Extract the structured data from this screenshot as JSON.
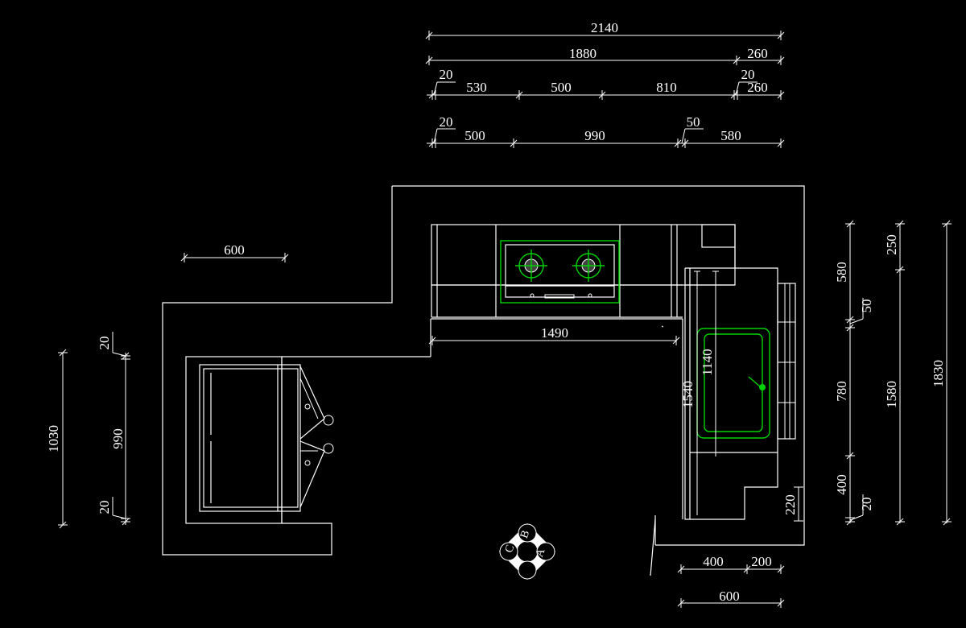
{
  "colors": {
    "background": "#000000",
    "lines": "#ffffff",
    "fixtures": "#00d200"
  },
  "dimensions": {
    "top": {
      "overall": "2140",
      "row2": [
        "1880",
        "260"
      ],
      "row3": [
        "20",
        "530",
        "500",
        "810",
        "20",
        "260"
      ],
      "row4": [
        "20",
        "500",
        "990",
        "50",
        "580"
      ]
    },
    "left_600": "600",
    "counter_1490": "1490",
    "left_side": [
      "1030",
      "990",
      "20",
      "20"
    ],
    "inner": [
      "1540",
      "1140"
    ],
    "right_side": [
      "580",
      "50",
      "780",
      "400",
      "20",
      "250",
      "1580",
      "1830",
      "220"
    ],
    "bottom": [
      "400",
      "200",
      "600"
    ]
  },
  "compass": {
    "labels": [
      "C",
      "B",
      "A"
    ]
  }
}
